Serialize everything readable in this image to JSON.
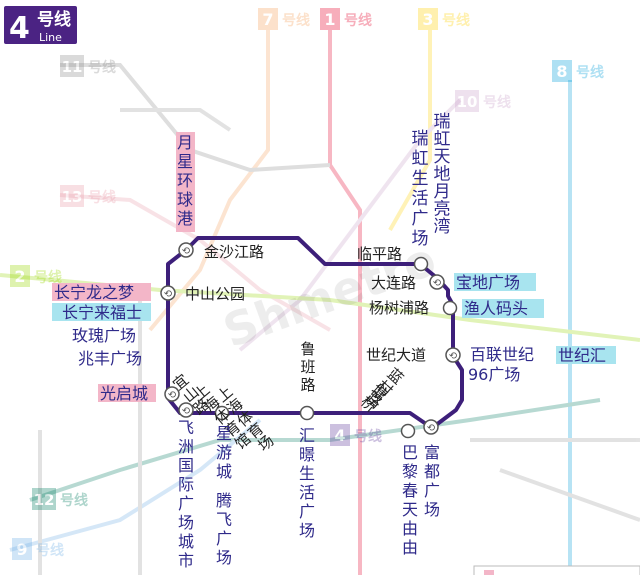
{
  "line_badge": {
    "number": "4",
    "word": "号线",
    "sub": "Line",
    "color": "#4b2383"
  },
  "main_line_color": "#3d1f7a",
  "background_lines": [
    {
      "number": "7",
      "word": "号线",
      "color": "#f5a25d"
    },
    {
      "number": "1",
      "word": "号线",
      "color": "#e4002b"
    },
    {
      "number": "3",
      "word": "号线",
      "color": "#ffd100"
    },
    {
      "number": "11",
      "word": "号线",
      "color": "#8a8a8a"
    },
    {
      "number": "8",
      "word": "号线",
      "color": "#009dd9"
    },
    {
      "number": "10",
      "word": "号线",
      "color": "#c8a2c8"
    },
    {
      "number": "13",
      "word": "号线",
      "color": "#e899a8"
    },
    {
      "number": "2",
      "word": "号线",
      "color": "#97d700"
    },
    {
      "number": "4",
      "word": "号线",
      "color": "#5e3a9a"
    },
    {
      "number": "12",
      "word": "号线",
      "color": "#007b5f"
    },
    {
      "number": "9",
      "word": "号线",
      "color": "#6cace4"
    }
  ],
  "watermark": "Shmetro",
  "stations": {
    "jinshajianglu": "金沙江路",
    "zhongshangongyuan": "中山公园",
    "linpinglu": "临平路",
    "dalianlu": "大连路",
    "yangshupulu": "杨树浦路",
    "shijidadao": "世纪大道",
    "yishanlu": "宜山路",
    "shanghaitiyuguan": "上海体育馆",
    "shanghaitiyuchang": "上海体育场",
    "xingyoucheng": "星游城",
    "lubanlu": "鲁班路",
    "lancunlu": "蓝村路",
    "tangqiao": "塘桥"
  },
  "pois": {
    "yuexing": "月星环球港",
    "changning_longzhimeng": "长宁龙之梦",
    "changning_laifushi": "长宁来福士",
    "meigui": "玫瑰广场",
    "zhaofeng": "兆丰广场",
    "guangqicheng": "光启城",
    "feizhou": "飞洲国际广场城市",
    "tengfei": "腾飞广场",
    "huigao": "汇暻生活广场",
    "bali": "巴黎春天由由",
    "fudu": "富都广场",
    "ruihong_shenghuo": "瑞虹生活广场",
    "ruihong_tiandi": "瑞虹天地月亮湾",
    "baodi": "宝地广场",
    "yuren": "渔人码头",
    "bailian": "百联世纪96广场",
    "shijihui": "世纪汇"
  },
  "highlight_colors": {
    "pink": "#f3b6c8",
    "cyan": "#a8e4ef"
  }
}
